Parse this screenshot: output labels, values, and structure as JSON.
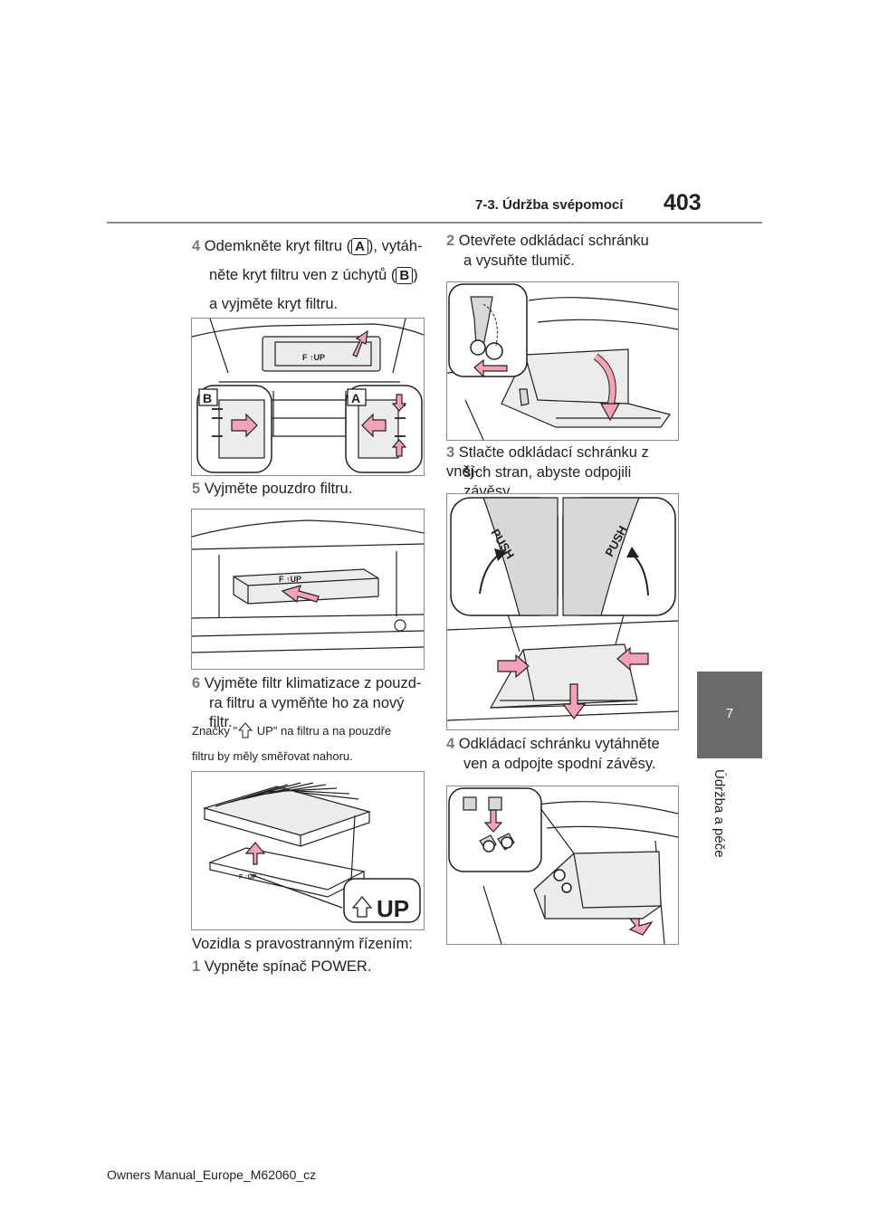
{
  "header": {
    "section_title": "7-3. Údržba svépomocí",
    "page_number": "403"
  },
  "side_tab": {
    "chapter_number": "7",
    "chapter_label": "Údržba a péče"
  },
  "left_column": {
    "step4": {
      "number": "4",
      "part1": "Odemkněte kryt filtru (",
      "label_a": "A",
      "part2": "), vytáh-",
      "part3": "něte kryt filtru ven z úchytů (",
      "label_b": "B",
      "part4": ")",
      "part5": "a vyjměte kryt filtru."
    },
    "fig1": {
      "callout_b": "B",
      "callout_a": "A",
      "filter_marking": "F ↑UP"
    },
    "step5": {
      "number": "5",
      "text": "Vyjměte pouzdro filtru."
    },
    "fig2": {
      "filter_marking": "F ↑UP"
    },
    "step6": {
      "number": "6",
      "line1": "Vyjměte filtr klimatizace z pouzd-",
      "line2": "ra filtru a vyměňte ho za nový filtr."
    },
    "note": {
      "part1": "Značky \"",
      "part2": " UP\" na filtru a na pouzdře",
      "line2": "filtru by měly směřovat nahoru."
    },
    "fig3": {
      "callout_text": "UP",
      "filter_marking": "F ↑UP"
    },
    "rhd_heading": "Vozidla s pravostranným řízením:",
    "step1": {
      "number": "1",
      "text": "Vypněte spínač POWER."
    }
  },
  "right_column": {
    "step2": {
      "number": "2",
      "line1": "Otevřete odkládací schránku",
      "line2": "a vysuňte tlumič."
    },
    "step3": {
      "number": "3",
      "line1": "Stlačte odkládací schránku z vněj-",
      "line2": "ších stran, abyste odpojili závěsy."
    },
    "fig5": {
      "push_left": "PUSH",
      "push_right": "PUSH"
    },
    "step4": {
      "number": "4",
      "line1": "Odkládací schránku vytáhněte",
      "line2": "ven a odpojte spodní závěsy."
    }
  },
  "footer": {
    "text": "Owners Manual_Europe_M62060_cz"
  }
}
